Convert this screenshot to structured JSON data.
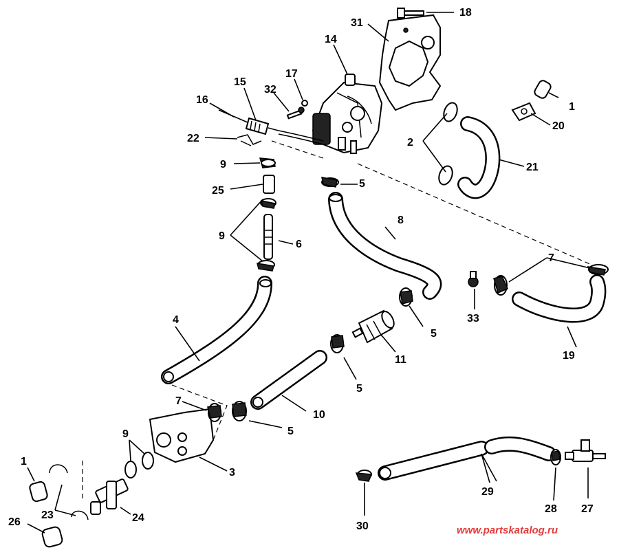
{
  "diagram": {
    "callouts": {
      "c1a": "1",
      "c1b": "1",
      "c2": "2",
      "c3": "3",
      "c4": "4",
      "c5a": "5",
      "c5b": "5",
      "c5c": "5",
      "c5d": "5",
      "c6": "6",
      "c7a": "7",
      "c7b": "7",
      "c8": "8",
      "c9a": "9",
      "c9b": "9",
      "c9c": "9",
      "c10": "10",
      "c11": "11",
      "c14": "14",
      "c15": "15",
      "c16": "16",
      "c17": "17",
      "c18": "18",
      "c19": "19",
      "c20": "20",
      "c21": "21",
      "c22": "22",
      "c23": "23",
      "c24": "24",
      "c25": "25",
      "c26": "26",
      "c27": "27",
      "c28": "28",
      "c29": "29",
      "c30": "30",
      "c31": "31",
      "c32": "32",
      "c33": "33"
    },
    "watermark": "www.partskatalog.ru",
    "watermark_color": "#e23b3b"
  }
}
